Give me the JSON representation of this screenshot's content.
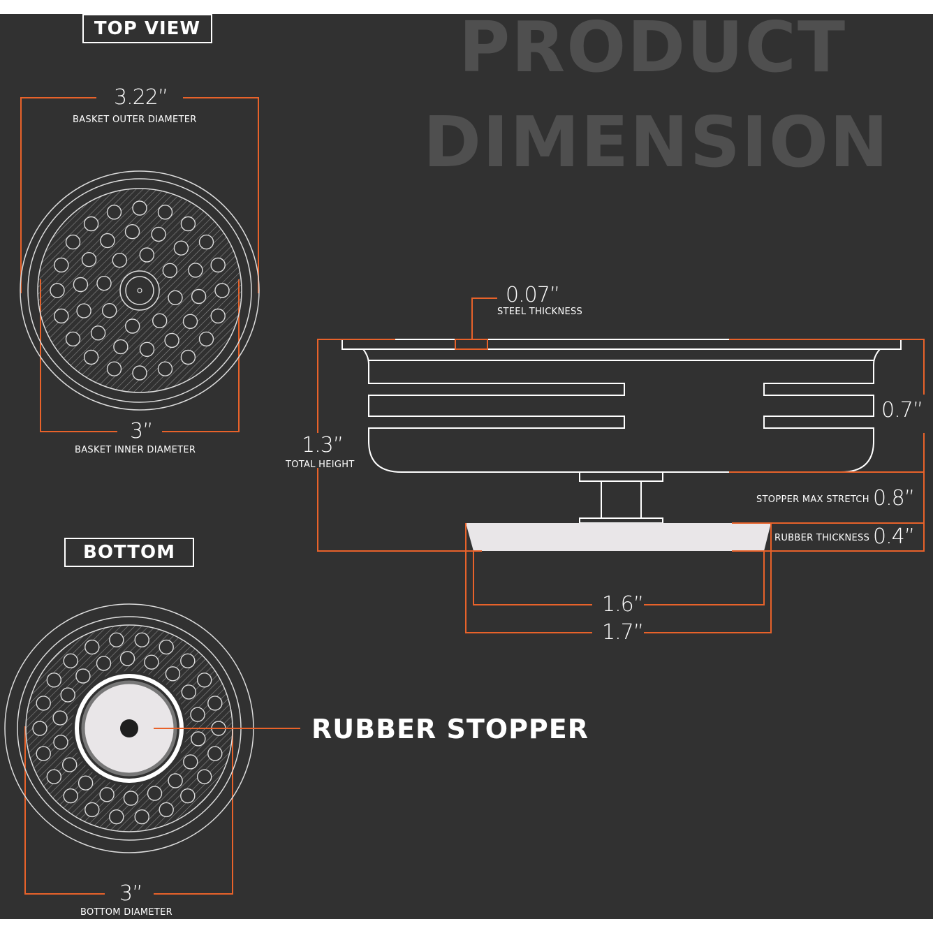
{
  "labels": {
    "top_view": "TOP VIEW",
    "bottom": "BOTTOM",
    "headline_line1": "PRODUCT",
    "headline_line2": "DIMENSION",
    "rubber_stopper": "RUBBER STOPPER"
  },
  "dimensions": {
    "outer_diameter": {
      "value": "3.22”",
      "label": "BASKET OUTER DIAMETER"
    },
    "inner_diameter": {
      "value": "3”",
      "label": "BASKET INNER DIAMETER"
    },
    "steel_thickness": {
      "value": "0.07”",
      "label": "STEEL THICKNESS"
    },
    "total_height": {
      "value": "1.3”",
      "label": "TOTAL HEIGHT"
    },
    "basket_height": {
      "value": "0.7”"
    },
    "stopper_stretch": {
      "value": "0.8”",
      "label": "STOPPER MAX STRETCH"
    },
    "rubber_thickness": {
      "value": "0.4”",
      "label": "RUBBER THICKNESS"
    },
    "stopper_inner_width": {
      "value": "1.6”"
    },
    "stopper_outer_width": {
      "value": "1.7”"
    },
    "bottom_diameter": {
      "value": "3”",
      "label": "BOTTOM DIAMETER"
    }
  },
  "colors": {
    "background": "#313131",
    "accent": "#e8622a",
    "line": "#ffffff",
    "rubber": "#e9e6e8",
    "headline": "#4f4f4f"
  }
}
